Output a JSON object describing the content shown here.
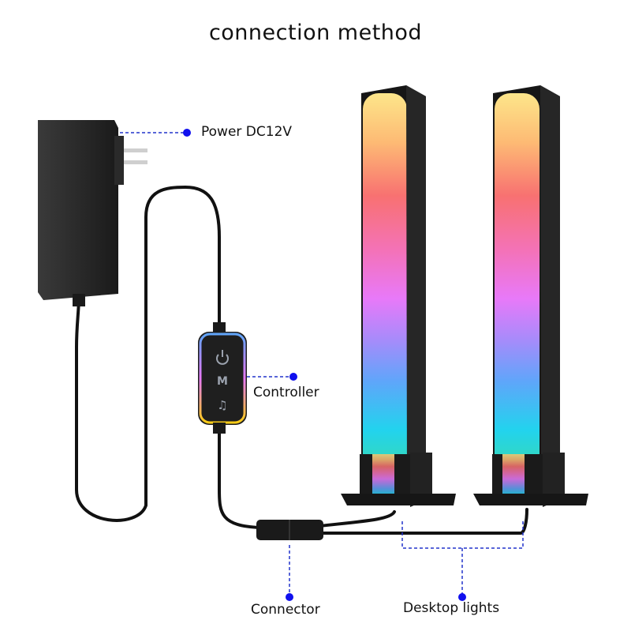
{
  "title": "connection method",
  "labels": {
    "power": "Power DC12V",
    "controller": "Controller",
    "connector": "Connector",
    "desktop_lights": "Desktop lights"
  },
  "controller_buttons": [
    "power-icon",
    "mode-icon",
    "music-icon"
  ],
  "colors": {
    "leader_line": "#2233cc",
    "leader_dot": "#1010ee",
    "device_body": "#1c1c1c",
    "cable": "#111111",
    "gradient": [
      "#fde68a",
      "#fb923c",
      "#f43f5e",
      "#ec4899",
      "#c084fc",
      "#60a5fa",
      "#22d3ee",
      "#4ade80"
    ]
  }
}
